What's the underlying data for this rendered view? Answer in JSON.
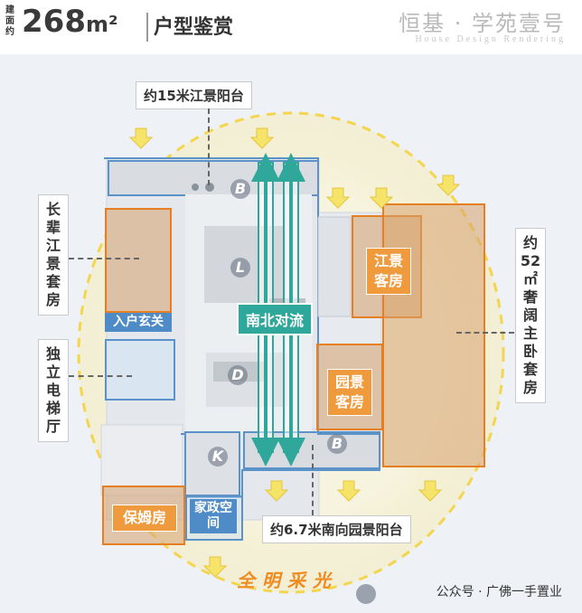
{
  "header": {
    "area_caption": "建面约",
    "area_value": "268",
    "area_unit": "m²",
    "title": "户型鉴赏",
    "brand": "恒基 · 学苑壹号",
    "brand_sub": "House Design Rendering"
  },
  "callouts": {
    "north_balcony": "约15米江景阳台",
    "south_balcony": "约6.7米南向园景阳台",
    "elder_suite": "长辈江景套房",
    "elevator_hall": "独立电梯厅",
    "master_suite": "约52㎡奢阔主卧套房"
  },
  "rooms": {
    "entrance": "入户玄关",
    "river_guest": "江景客房",
    "garden_guest": "园景客房",
    "nanny": "保姆房",
    "housekeeping": "家政空间"
  },
  "letters": {
    "living": "L",
    "dining": "D",
    "kitchen": "K",
    "balcony_north": "B",
    "balcony_south": "B"
  },
  "flow_label": "南北对流",
  "all_bright": "全明采光",
  "watermark": "公众号 · 广佛一手置业",
  "colors": {
    "orange": "#e67e22",
    "blue": "#5b93c9",
    "teal": "#2fa79b",
    "light_yellow": "#f6e36a"
  }
}
